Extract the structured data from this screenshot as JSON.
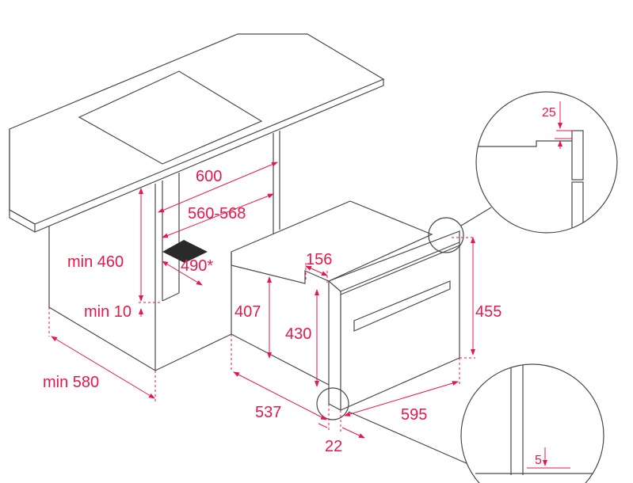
{
  "diagram": {
    "accent_color": "#e8174a",
    "line_color": "#4a4a4a",
    "labels": {
      "width_600": "600",
      "width_560_568": "560-568",
      "depth_490": "490*",
      "min_460": "min 460",
      "min_10": "min 10",
      "min_580": "min 580",
      "h_407": "407",
      "h_430": "430",
      "h_455": "455",
      "d_156": "156",
      "d_537": "537",
      "w_595": "595",
      "d_22": "22",
      "detail_25": "25",
      "detail_5": "5"
    }
  }
}
